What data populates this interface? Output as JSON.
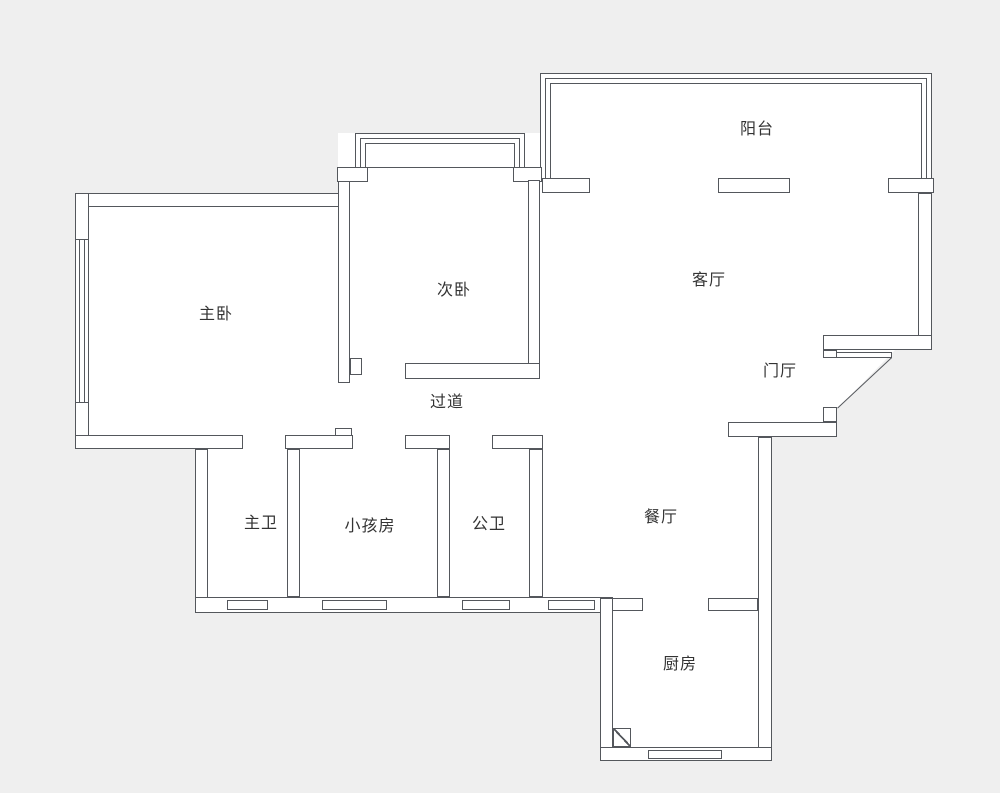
{
  "colors": {
    "background": "#efefef",
    "room_fill": "#ffffff",
    "wall_line": "#54575c",
    "text": "#333333"
  },
  "rooms": {
    "balcony": {
      "label": "阳台"
    },
    "living_room": {
      "label": "客厅"
    },
    "master_bedroom": {
      "label": "主卧"
    },
    "second_bedroom": {
      "label": "次卧"
    },
    "hallway": {
      "label": "过道"
    },
    "entry_hall": {
      "label": "门厅"
    },
    "master_bathroom": {
      "label": "主卫"
    },
    "kids_room": {
      "label": "小孩房"
    },
    "public_bathroom": {
      "label": "公卫"
    },
    "dining_room": {
      "label": "餐厅"
    },
    "kitchen": {
      "label": "厨房"
    }
  }
}
